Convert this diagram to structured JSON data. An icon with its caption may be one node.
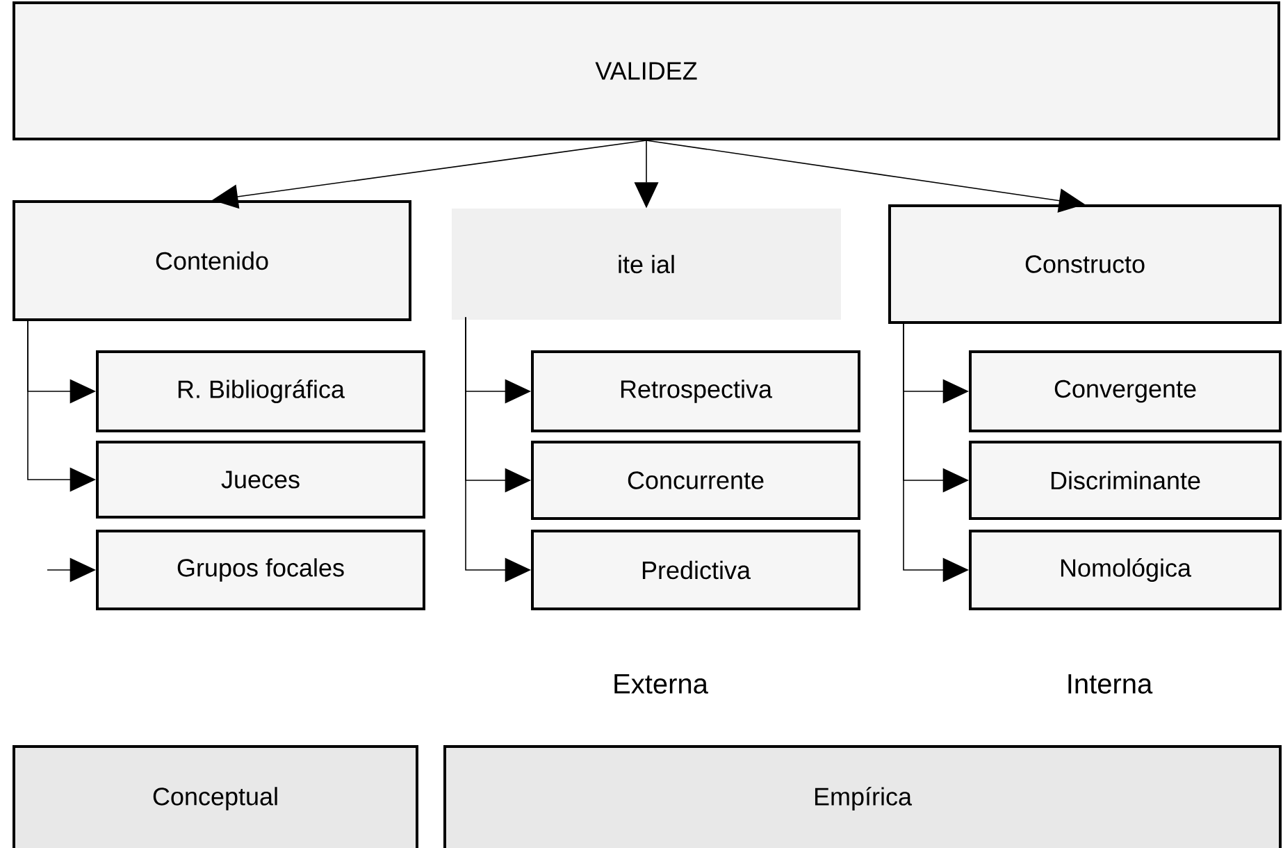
{
  "diagram": {
    "nodes": [
      {
        "text": [
          "VALIDEZ"
        ]
      },
      {
        "text": [
          "Contenido"
        ]
      },
      {
        "text": [
          "ite ial"
        ]
      },
      {
        "text": [
          "Constructo"
        ]
      },
      {
        "text": [
          "R. Bibliográfica"
        ]
      },
      {
        "text": [
          "Jueces"
        ]
      },
      {
        "text": [
          "Grupos focales"
        ]
      },
      {
        "text": [
          "Retrospectiva"
        ]
      },
      {
        "text": [
          "Concurrente"
        ]
      },
      {
        "text": [
          "Predictiva"
        ]
      },
      {
        "text": [
          "Convergente"
        ]
      },
      {
        "text": [
          "Discriminante"
        ]
      },
      {
        "text": [
          "Nomológica"
        ]
      },
      {
        "text": [
          "Conceptual"
        ]
      },
      {
        "text": [
          "Empírica"
        ]
      }
    ],
    "edges": [
      {
        "from": 0,
        "to": 1,
        "arrow": "to"
      },
      {
        "from": 0,
        "to": 2,
        "arrow": "to"
      },
      {
        "from": 0,
        "to": 3,
        "arrow": "to"
      },
      {
        "from": 1,
        "to": 4,
        "arrow": "to"
      },
      {
        "from": 1,
        "to": 5,
        "arrow": "to"
      },
      {
        "from": null,
        "to": 6,
        "arrow": "to"
      },
      {
        "from": 2,
        "to": 7,
        "arrow": "to"
      },
      {
        "from": 2,
        "to": 8,
        "arrow": "to"
      },
      {
        "from": 2,
        "to": 9,
        "arrow": "to"
      },
      {
        "from": 3,
        "to": 10,
        "arrow": "to"
      },
      {
        "from": 3,
        "to": 11,
        "arrow": "to"
      },
      {
        "from": 3,
        "to": 12,
        "arrow": "to"
      }
    ],
    "labels": [
      "Externa",
      "Interna"
    ]
  }
}
